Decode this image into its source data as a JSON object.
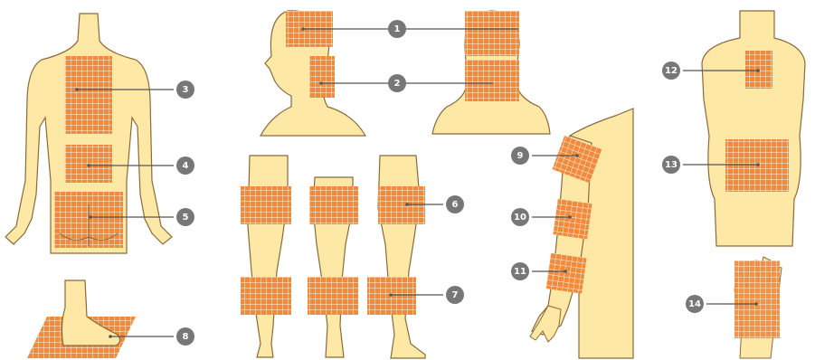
{
  "diagram": {
    "subject": "body-region-grid-zones",
    "colors": {
      "skin": "#fde8a6",
      "outline": "#8a6a3a",
      "grid_fill": "#f08a3c",
      "grid_line": "#ffffff",
      "callout": "#777777",
      "leader": "#555555"
    },
    "callouts": [
      {
        "id": "1",
        "label": "1",
        "region": "head-scalp"
      },
      {
        "id": "2",
        "label": "2",
        "region": "neck"
      },
      {
        "id": "3",
        "label": "3",
        "region": "upper-back"
      },
      {
        "id": "4",
        "label": "4",
        "region": "lower-back"
      },
      {
        "id": "5",
        "label": "5",
        "region": "buttocks"
      },
      {
        "id": "6",
        "label": "6",
        "region": "thigh"
      },
      {
        "id": "7",
        "label": "7",
        "region": "calf"
      },
      {
        "id": "8",
        "label": "8",
        "region": "foot-sole"
      },
      {
        "id": "9",
        "label": "9",
        "region": "shoulder"
      },
      {
        "id": "10",
        "label": "10",
        "region": "upper-arm"
      },
      {
        "id": "11",
        "label": "11",
        "region": "forearm"
      },
      {
        "id": "12",
        "label": "12",
        "region": "chest"
      },
      {
        "id": "13",
        "label": "13",
        "region": "abdomen"
      },
      {
        "id": "14",
        "label": "14",
        "region": "palm"
      }
    ]
  }
}
